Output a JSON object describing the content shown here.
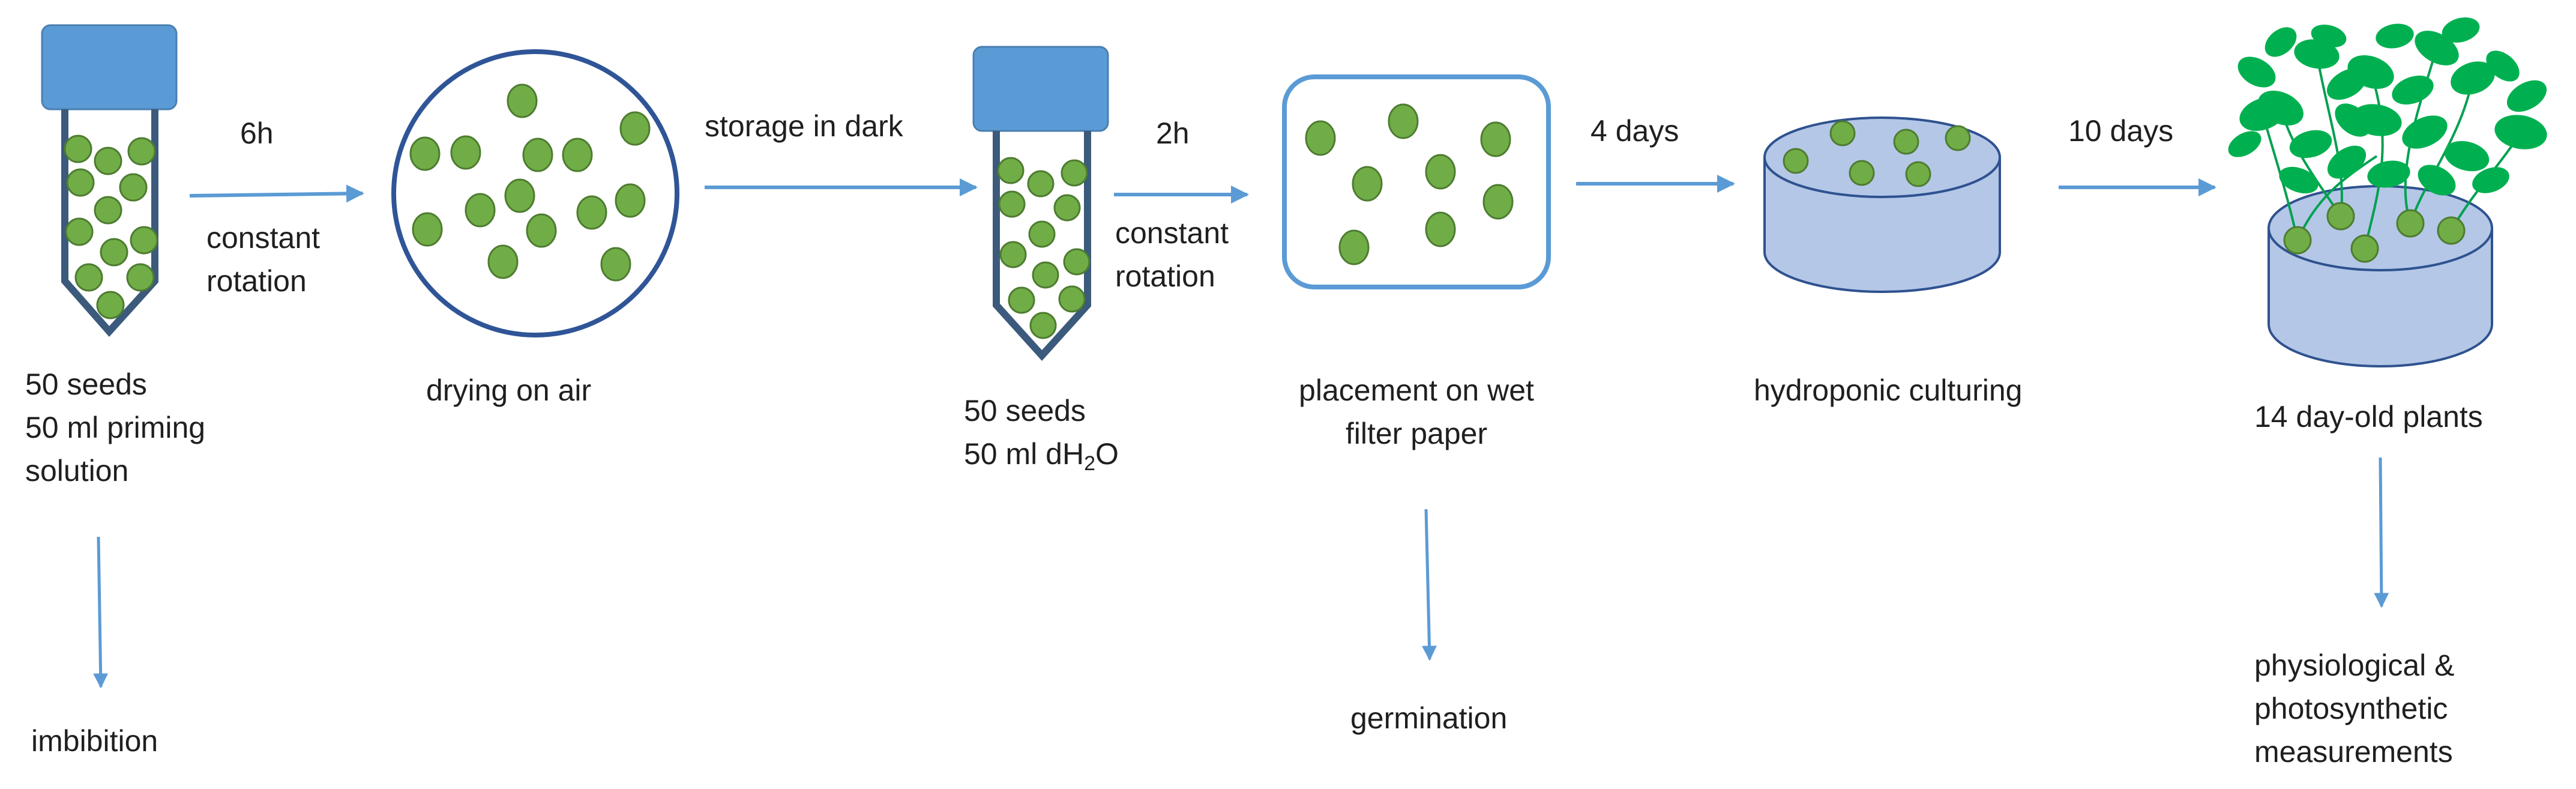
{
  "colors": {
    "seed": "#70ad47",
    "seed_stroke": "#4e7c30",
    "tube_frame": "#3b5a7c",
    "cap": "#5b9bd5",
    "arrow": "#5b9bd5",
    "dish_stroke": "#2f5597",
    "paper_stroke": "#5b9bd5",
    "pot_fill": "#b4c7e7",
    "pot_stroke": "#2f528f",
    "leaf": "#00b050",
    "stem": "#00a050"
  },
  "steps": {
    "imbibition": {
      "line1": "50 seeds",
      "line2": "50 ml priming",
      "line3": "solution",
      "outcome": "imbibition"
    },
    "arrow1": {
      "time": "6h",
      "line1": "constant",
      "line2": "rotation"
    },
    "drying": {
      "label": "drying on air"
    },
    "arrow2": {
      "label": "storage in dark"
    },
    "rinse": {
      "line1": "50 seeds",
      "line2_prefix": "50 ml dH",
      "line2_sub": "2",
      "line2_suffix": "O"
    },
    "arrow3": {
      "time": "2h",
      "line1": "constant",
      "line2": "rotation"
    },
    "placement": {
      "line1": "placement on wet",
      "line2": "filter paper",
      "outcome": "germination"
    },
    "arrow4": {
      "label": "4 days"
    },
    "hydroponic": {
      "label": "hydroponic culturing"
    },
    "arrow5": {
      "label": "10 days"
    },
    "plants": {
      "label": "14 day-old plants",
      "outcome_line1": "physiological &",
      "outcome_line2": "photosynthetic",
      "outcome_line3": "measurements"
    }
  },
  "icons": [
    "test-tube-icon",
    "petri-dish-icon",
    "filter-paper-icon",
    "hydroponic-pot-icon",
    "seedling-pot-icon"
  ]
}
